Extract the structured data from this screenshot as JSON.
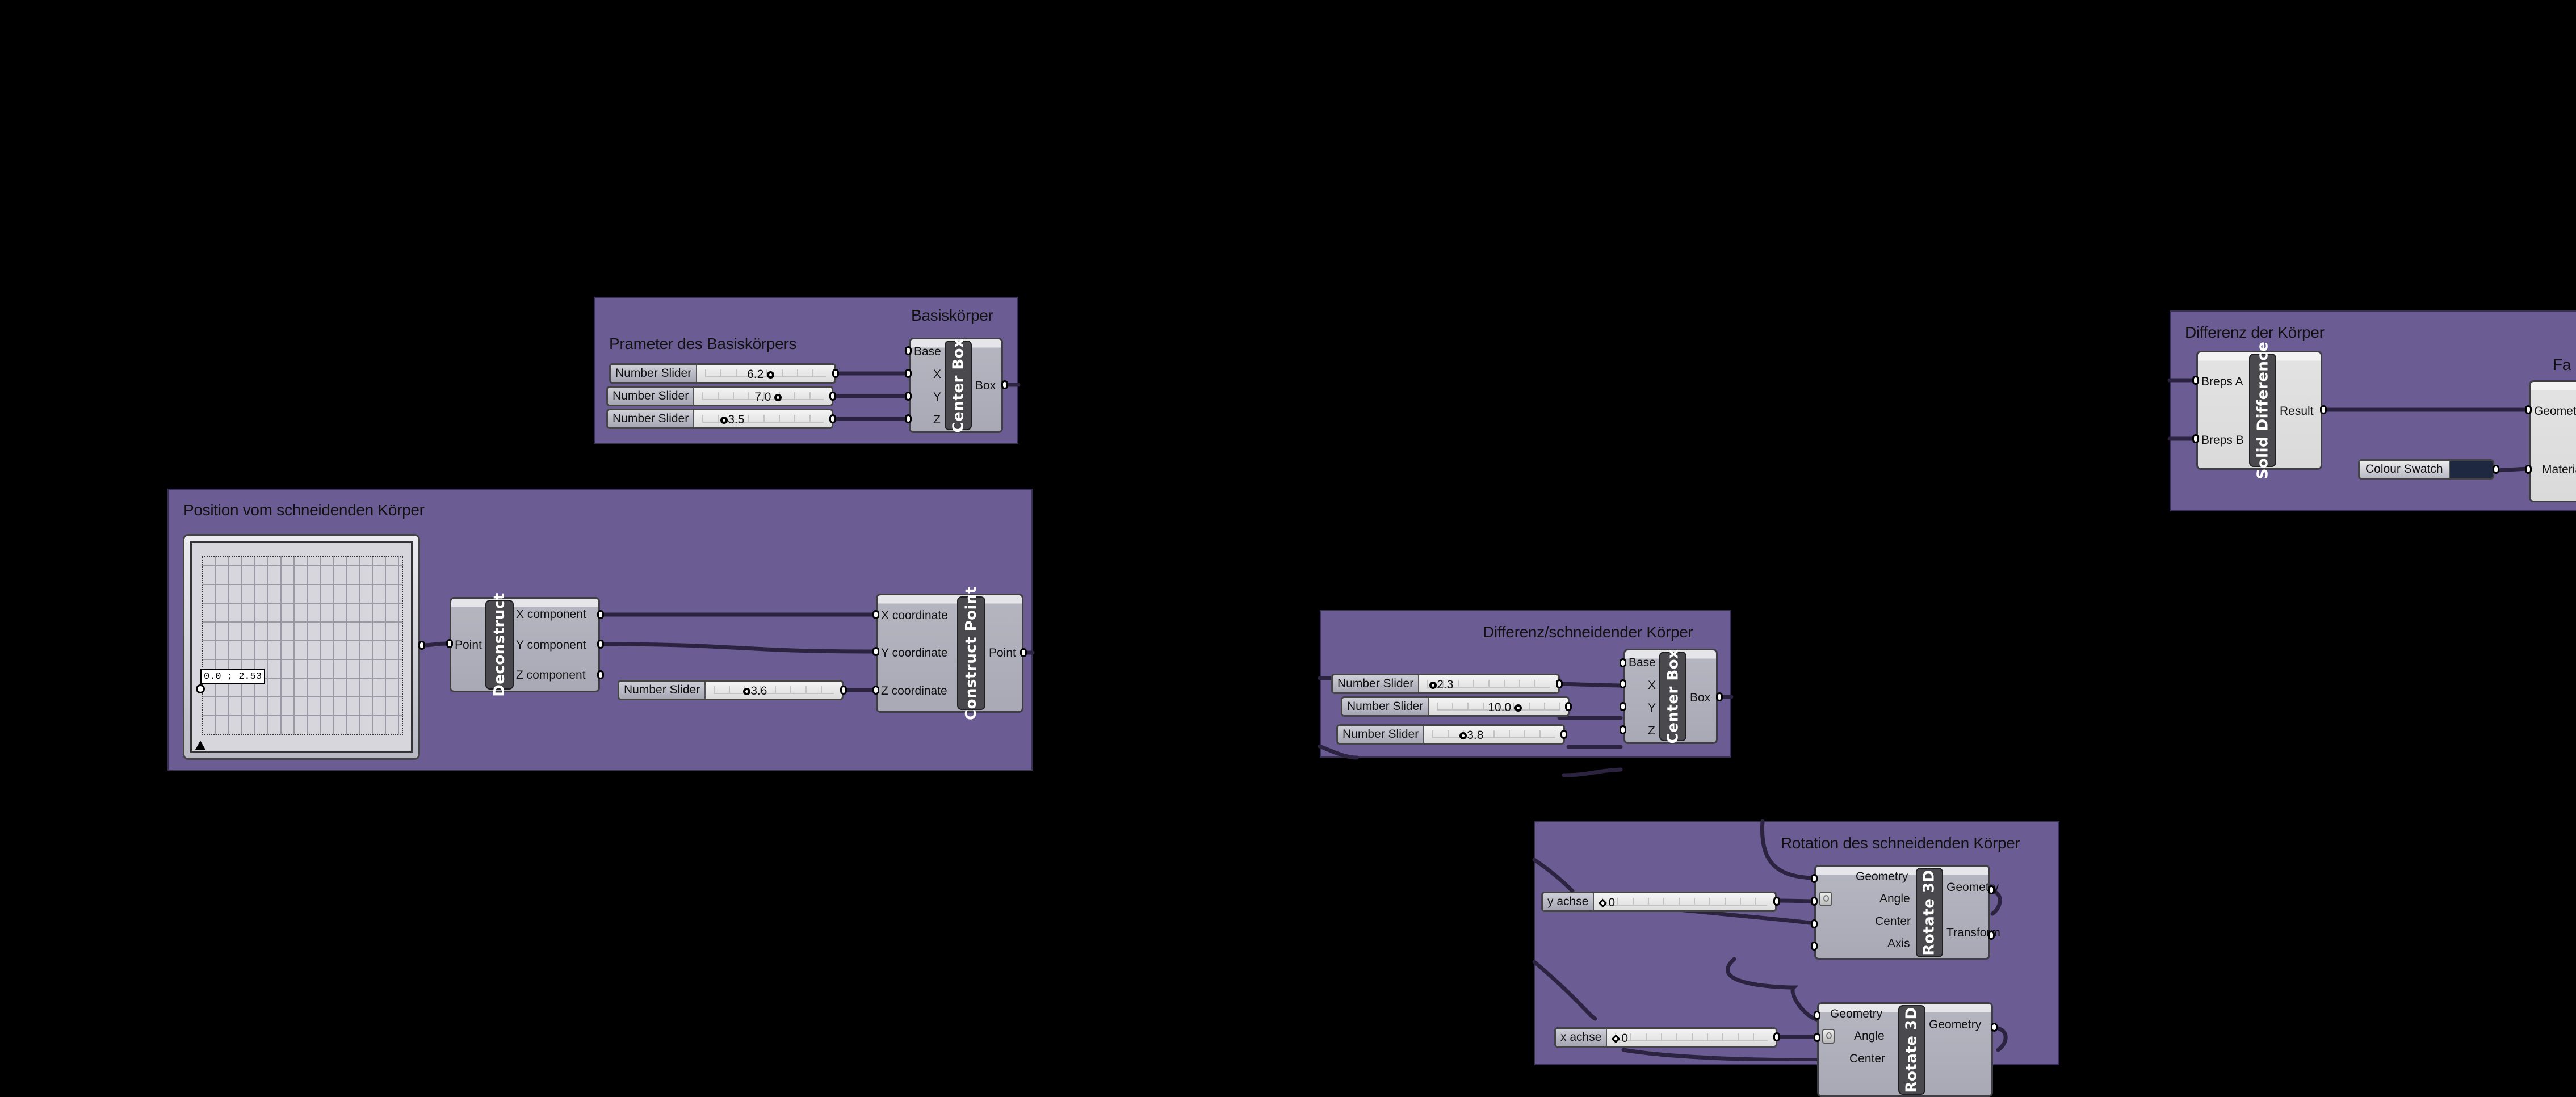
{
  "canvas": {
    "background": "#000000",
    "group_color": "#6b5c94",
    "wire_color": "#2b2340"
  },
  "groups": {
    "basis_params": {
      "title": "Prameter des Basiskörpers"
    },
    "basis_body": {
      "title": "Basiskörper"
    },
    "position": {
      "title": "Position vom schneidenden Körper"
    },
    "cutter": {
      "title": "Differenz/schneidender Körper"
    },
    "rotation": {
      "title": "Rotation des schneidenden Körper"
    },
    "difference": {
      "title": "Differenz der Körper"
    },
    "color": {
      "title": "Fa"
    }
  },
  "basis": {
    "sliders": [
      {
        "label": "Number Slider",
        "value": "6.2"
      },
      {
        "label": "Number Slider",
        "value": "7.0"
      },
      {
        "label": "Number Slider",
        "value": "3.5"
      }
    ],
    "center_box": {
      "name": "Center Box",
      "inputs": [
        "Base",
        "X",
        "Y",
        "Z"
      ],
      "output": "Box"
    }
  },
  "position": {
    "md_slider": {
      "tooltip": "0.0 ; 2.53"
    },
    "deconstruct": {
      "name": "Deconstruct",
      "input": "Point",
      "outputs": [
        "X component",
        "Y component",
        "Z component"
      ]
    },
    "z_slider": {
      "label": "Number Slider",
      "value": "3.6"
    },
    "construct_point": {
      "name": "Construct Point",
      "inputs": [
        "X coordinate",
        "Y coordinate",
        "Z coordinate"
      ],
      "output": "Point"
    }
  },
  "cutter": {
    "sliders": [
      {
        "label": "Number Slider",
        "value": "2.3"
      },
      {
        "label": "Number Slider",
        "value": "10.0"
      },
      {
        "label": "Number Slider",
        "value": "3.8"
      }
    ],
    "center_box": {
      "name": "Center Box",
      "inputs": [
        "Base",
        "X",
        "Y",
        "Z"
      ],
      "output": "Box"
    }
  },
  "rotation": {
    "y_slider": {
      "label": "y achse",
      "value": "0"
    },
    "x_slider": {
      "label": "x achse",
      "value": "0"
    },
    "rotate1": {
      "name": "Rotate 3D",
      "inputs": [
        "Geometry",
        "Angle",
        "Center",
        "Axis"
      ],
      "outputs": [
        "Geometry",
        "Transform"
      ]
    },
    "rotate2": {
      "name": "Rotate 3D",
      "inputs": [
        "Geometry",
        "Angle",
        "Center"
      ],
      "outputs": [
        "Geometry"
      ]
    }
  },
  "difference": {
    "solid_difference": {
      "name": "Solid Difference",
      "inputs": [
        "Breps A",
        "Breps B"
      ],
      "output": "Result"
    },
    "colour_swatch": {
      "label": "Colour Swatch",
      "color": "#1e2840"
    },
    "material": {
      "inputs": [
        "Geometry",
        "Material"
      ]
    }
  }
}
